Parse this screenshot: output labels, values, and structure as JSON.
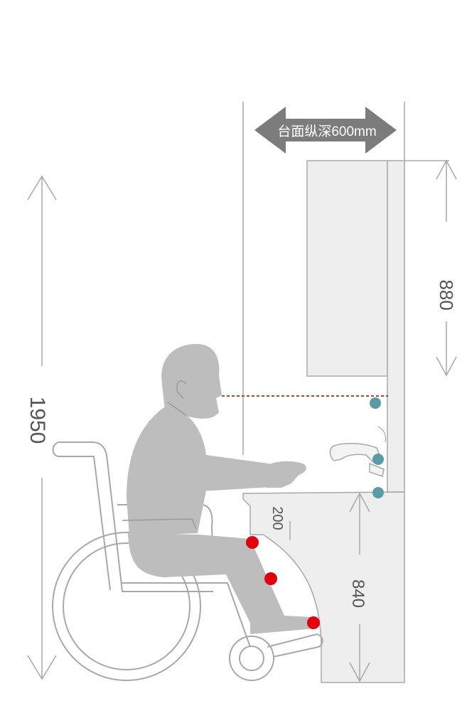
{
  "diagram": {
    "depth_label": "台面纵深600mm",
    "dimensions": {
      "total_height": "1950",
      "upper_cabinet": "880",
      "counter_height": "840",
      "knee_clearance": "200"
    },
    "colors": {
      "line": "#a8a8a8",
      "figure": "#bdbdbd",
      "cabinet_fill": "#eeeeee",
      "arrow_dark": "#7c7c7c",
      "sightline": "#a04a3c",
      "marker_red": "#e10010",
      "marker_teal": "#5b9ba6"
    }
  }
}
